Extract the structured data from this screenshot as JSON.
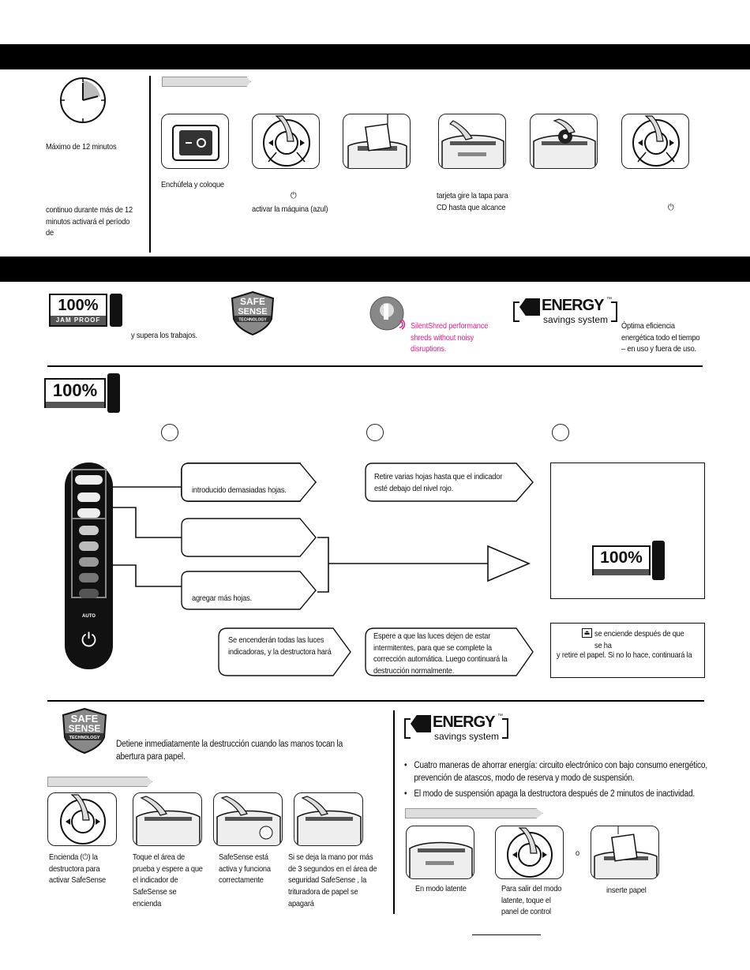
{
  "top_section": {
    "max_time": "Máximo de 12 minutos",
    "continuous_note": "continuo durante más de 12 minutos activará el período de",
    "steps": [
      {
        "caption": "Enchúfela y coloque"
      },
      {
        "caption_line1": "",
        "caption_line2": "activar la máquina (azul)"
      },
      {
        "caption": ""
      },
      {
        "caption_line1": "tarjeta gire la tapa para",
        "caption_line2": "CD hasta que alcance"
      },
      {
        "caption": ""
      },
      {
        "caption": ""
      }
    ]
  },
  "features": {
    "jam_proof_text": "y supera los trabajos.",
    "silent_shred": "SilentShred performance shreds without noisy disruptions.",
    "energy_text": "Óptima eficiencia energética todo el tiempo – en uso y fuera de uso."
  },
  "badges": {
    "pct": "100%",
    "jam_proof": "JAM PROOF",
    "safe": "SAFE",
    "sense": "SENSE",
    "technology": "TECHNOLOGY",
    "energy": "ENERGY",
    "tm": "™",
    "savings": "savings system"
  },
  "jam_section": {
    "callout_1": "introducido demasiadas hojas.",
    "callout_3": "agregar más hojas.",
    "callout_red": "Retire varias hojas hasta que el indicador esté debajo del nivel rojo.",
    "callout_all_lights": "Se encenderán todas las luces indicadoras, y la destructora hará",
    "callout_wait": "Espere a que las luces dejen de estar intermitentes, para que se complete la corrección automática. Luego continuará la destrucción normalmente.",
    "box_bottom_line1": "se enciende después de que se ha",
    "box_bottom_line2": "y retire el papel. Si no lo hace, continuará la",
    "panel_auto": "AUTO"
  },
  "safesense": {
    "description": "Detiene inmediatamente la destrucción cuando las manos tocan la abertura para papel.",
    "steps": [
      {
        "caption": "Encienda (⏻) la destructora para activar SafeSense"
      },
      {
        "caption": "Toque el área de prueba y espere a que el indicador de SafeSense se encienda"
      },
      {
        "caption": "SafeSense está activa y funciona correctamente"
      },
      {
        "caption": "Si se deja la mano por más de 3 segundos en el área de seguridad SafeSense , la trituradora de papel se apagará"
      }
    ]
  },
  "energy_section": {
    "bullet_1": "Cuatro maneras de ahorrar energía: circuito electrónico con bajo consumo energético, prevención de atascos, modo de reserva y modo de suspensión.",
    "bullet_2": "El modo de suspensión apaga la destructora después de 2 minutos de inactividad.",
    "steps": [
      {
        "caption": "En modo latente"
      },
      {
        "caption": "Para salir del modo latente, toque el panel de control"
      },
      {
        "caption": "inserte papel"
      }
    ],
    "or": "o"
  }
}
